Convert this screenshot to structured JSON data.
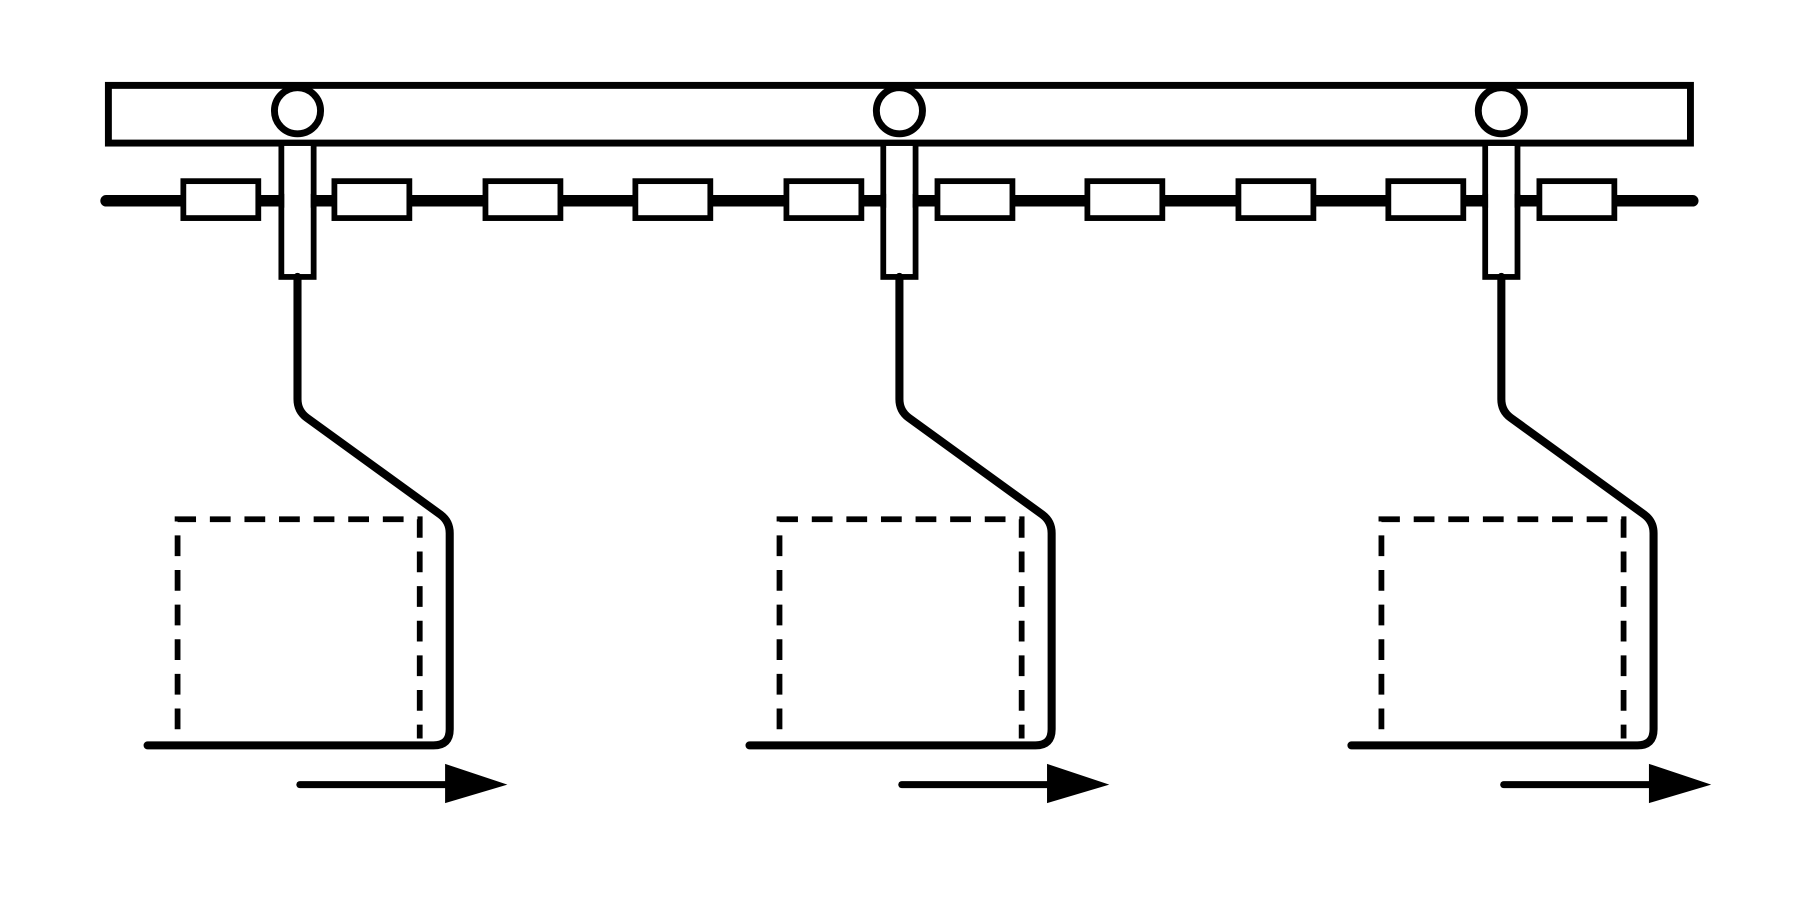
{
  "diagram": {
    "kind": "overhead-conveyor-hangers",
    "stroke_color": "#000000",
    "background_color": "#ffffff",
    "hanger_count": 3,
    "chain_link_count": 10,
    "motion_direction": "right"
  }
}
